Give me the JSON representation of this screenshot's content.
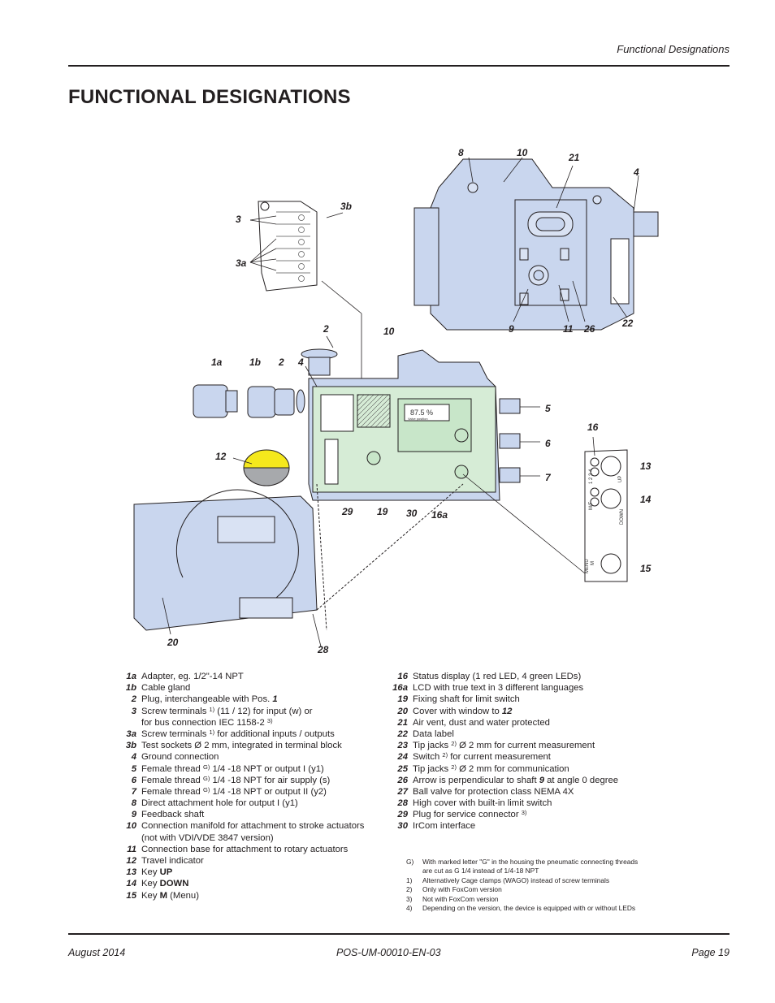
{
  "header": {
    "section": "Functional Designations"
  },
  "page_title": "FUNCTIONAL DESIGNATIONS",
  "figure": {
    "callouts": [
      "8",
      "10",
      "21",
      "4",
      "3b",
      "3",
      "3a",
      "2",
      "10",
      "1a",
      "1b",
      "2",
      "4",
      "9",
      "11",
      "26",
      "22",
      "5",
      "6",
      "7",
      "16",
      "13",
      "14",
      "15",
      "12",
      "29",
      "19",
      "30",
      "16a",
      "20",
      "28"
    ],
    "lcd_value": "87.5 %",
    "lcd_sub": "Valve position",
    "panel_labels": {
      "up": "UP",
      "down": "DOWN",
      "menu": "MENU",
      "m": "M",
      "mf": "M/F",
      "nums": "1  2  3  4"
    }
  },
  "legend_left": [
    {
      "key": "1a",
      "pre": "Adapter, eg. 1/2\"-14 NPT"
    },
    {
      "key": "1b",
      "pre": "Cable gland"
    },
    {
      "key": "2",
      "pre": "Plug, interchangeable with Pos. ",
      "bold": "1"
    },
    {
      "key": "3",
      "pre": "Screw terminals ",
      "sup": "1)",
      "post": " (11 / 12) for input (w) or"
    },
    {
      "key": "",
      "pre": "for bus connection IEC 1158-2 ",
      "sup": "3)"
    },
    {
      "key": "3a",
      "pre": "Screw terminals ",
      "sup": "1)",
      "post": " for additional inputs / outputs"
    },
    {
      "key": "3b",
      "pre": "Test sockets Ø 2 mm, integrated in terminal block"
    },
    {
      "key": "4",
      "pre": "Ground connection"
    },
    {
      "key": "5",
      "pre": "Female thread ",
      "sup": "G)",
      "post": " 1/4 -18 NPT or output I (y1)"
    },
    {
      "key": "6",
      "pre": "Female thread ",
      "sup": "G)",
      "post": " 1/4 -18 NPT for air supply (s)"
    },
    {
      "key": "7",
      "pre": "Female thread ",
      "sup": "G)",
      "post": " 1/4 -18 NPT or output II (y2)"
    },
    {
      "key": "8",
      "pre": "Direct attachment hole for output I (y1)"
    },
    {
      "key": "9",
      "pre": "Feedback shaft"
    },
    {
      "key": "10",
      "pre": "Connection manifold for attachment to stroke actuators"
    },
    {
      "key": "",
      "pre": "(not with VDI/VDE 3847 version)"
    },
    {
      "key": "11",
      "pre": "Connection base for attachment to rotary actuators"
    },
    {
      "key": "12",
      "pre": "Travel indicator"
    },
    {
      "key": "13",
      "pre": "Key ",
      "bold": "UP"
    },
    {
      "key": "14",
      "pre": "Key ",
      "bold": "DOWN"
    },
    {
      "key": "15",
      "pre": "Key ",
      "bold": "M",
      "post": " (Menu)"
    }
  ],
  "legend_right": [
    {
      "key": "16",
      "pre": "Status display (1 red LED, 4 green LEDs)"
    },
    {
      "key": "16a",
      "pre": "LCD with true text in 3 different languages"
    },
    {
      "key": "19",
      "pre": "Fixing shaft for limit switch"
    },
    {
      "key": "20",
      "pre": "Cover with window to ",
      "bold": "12"
    },
    {
      "key": "21",
      "pre": "Air vent, dust and water protected"
    },
    {
      "key": "22",
      "pre": "Data label"
    },
    {
      "key": "23",
      "pre": "Tip jacks ",
      "sup": "2)",
      "post": " Ø 2 mm for current measurement"
    },
    {
      "key": "24",
      "pre": "Switch ",
      "sup": "2)",
      "post": " for current measurement"
    },
    {
      "key": "25",
      "pre": "Tip jacks ",
      "sup": "2)",
      "post": " Ø 2 mm for communication"
    },
    {
      "key": "26",
      "pre": "Arrow is perpendicular to shaft ",
      "bold": "9",
      "post": " at angle 0 degree"
    },
    {
      "key": "27",
      "pre": "Ball valve for protection class NEMA 4X"
    },
    {
      "key": "28",
      "pre": "High cover with built-in limit switch"
    },
    {
      "key": "29",
      "pre": "Plug for service connector ",
      "sup": "3)"
    },
    {
      "key": "30",
      "pre": "IrCom interface"
    }
  ],
  "notes": [
    {
      "key": "G)",
      "text": "With marked letter \"G\" in the housing the pneumatic connecting threads"
    },
    {
      "key": "",
      "text": "are cut as G 1/4 instead of 1/4-18 NPT"
    },
    {
      "key": "1)",
      "text": "Alternatively Cage clamps (WAGO) instead of screw terminals"
    },
    {
      "key": "2)",
      "text": "Only with FoxCom version"
    },
    {
      "key": "3)",
      "text": "Not with FoxCom version"
    },
    {
      "key": "4)",
      "text": "Depending on the version, the device is equipped with or without LEDs"
    }
  ],
  "footer": {
    "date": "August 2014",
    "doc": "POS-UM-00010-EN-03",
    "page": "Page 19"
  },
  "colors": {
    "housing": "#c9d6ee",
    "board": "#d6ecd6",
    "indicator_yellow": "#f5e81c",
    "indicator_gray": "#a7a9ac",
    "ink": "#231f20"
  }
}
